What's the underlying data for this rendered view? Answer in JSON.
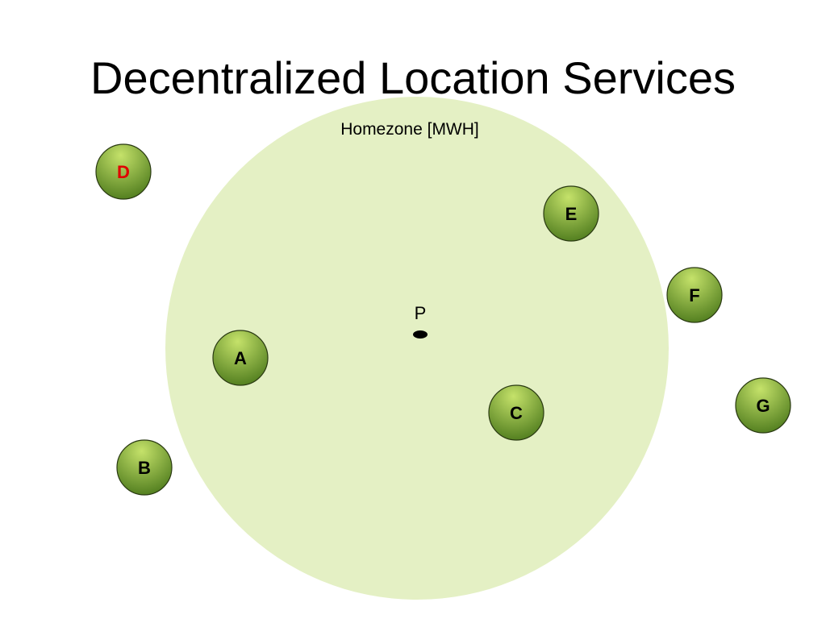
{
  "slide": {
    "title": "Decentralized Location Services"
  },
  "homezone": {
    "label": "Homezone [MWH]",
    "fill_color": "#e4f0c4"
  },
  "point": {
    "label": "P",
    "color": "#000000"
  },
  "nodes": [
    {
      "id": "D",
      "label": "D",
      "label_color": "#e00000",
      "highlighted": true
    },
    {
      "id": "E",
      "label": "E",
      "label_color": "#000000",
      "highlighted": false
    },
    {
      "id": "F",
      "label": "F",
      "label_color": "#000000",
      "highlighted": false
    },
    {
      "id": "A",
      "label": "A",
      "label_color": "#000000",
      "highlighted": false
    },
    {
      "id": "C",
      "label": "C",
      "label_color": "#000000",
      "highlighted": false
    },
    {
      "id": "G",
      "label": "G",
      "label_color": "#000000",
      "highlighted": false
    },
    {
      "id": "B",
      "label": "B",
      "label_color": "#000000",
      "highlighted": false
    }
  ],
  "colors": {
    "node_gradient_top": "#c5e26a",
    "node_gradient_bottom": "#4d7a1c",
    "node_border": "#2a3a12"
  }
}
